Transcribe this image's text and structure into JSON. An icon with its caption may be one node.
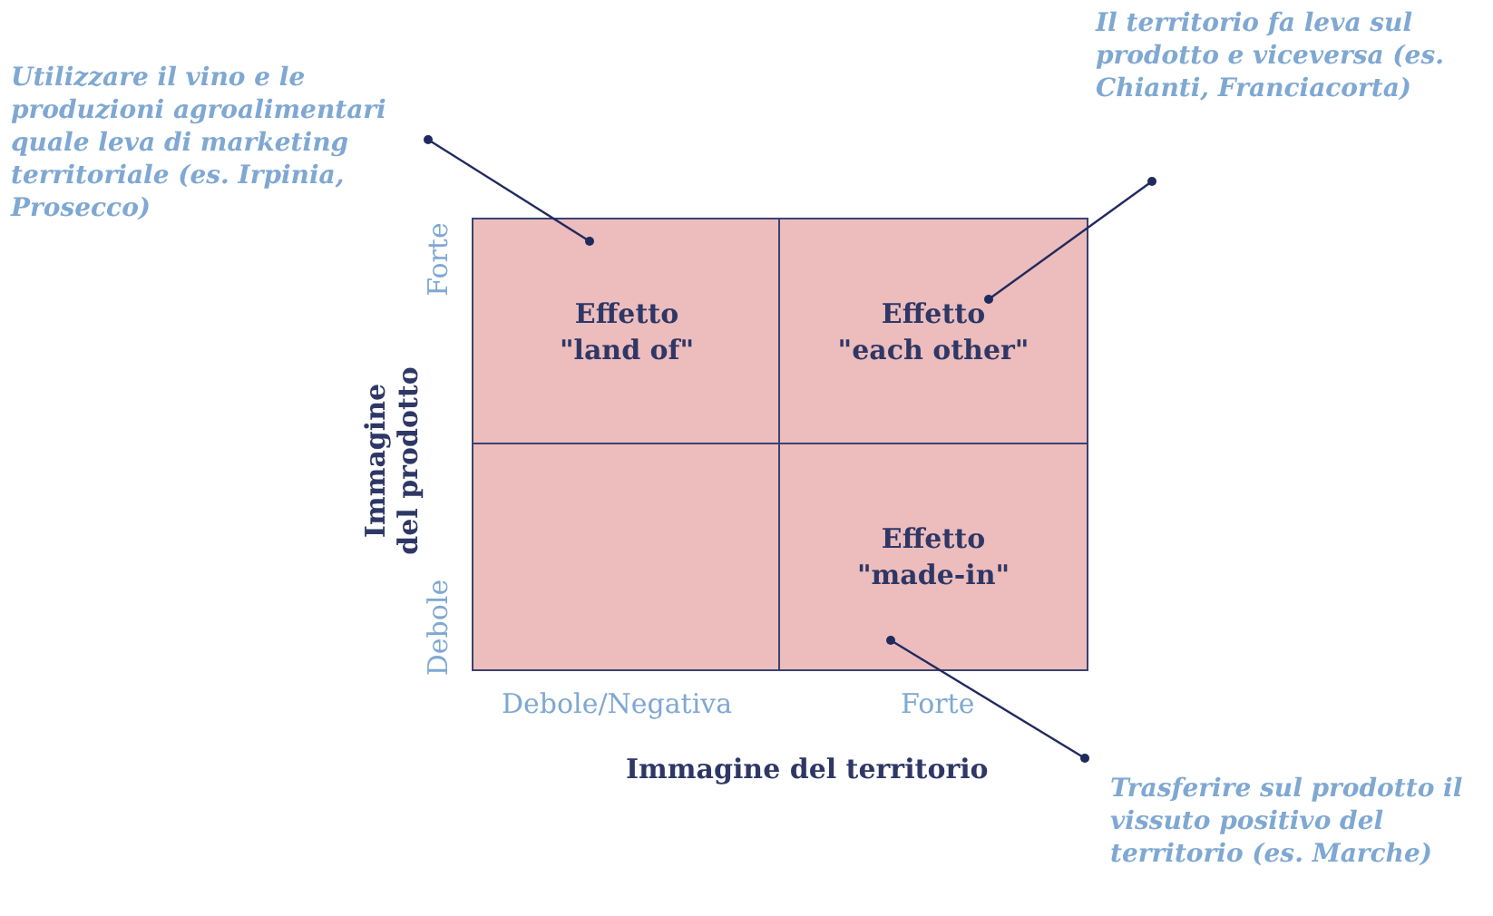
{
  "diagram": {
    "nodes": [
      {
        "text": [
          "Utilizzare il vino e le produzioni agroalimentari quale leva di marketing territoriale (es. Irpinia, Prosecco)"
        ]
      },
      {
        "text": [
          "Il territorio fa leva sul prodotto e viceversa (es. Chianti, Franciacorta)"
        ]
      },
      {
        "text": [
          "Effetto",
          "\"land of\""
        ]
      },
      {
        "text": [
          "Effetto",
          "\"each other\""
        ]
      },
      {
        "text": [],
        "shape": "box"
      },
      {
        "text": [
          "Effetto",
          "\"made-in\""
        ]
      },
      {
        "text": [
          "Trasferire sul prodotto il vissuto positivo del territorio (es. Marche)"
        ]
      }
    ],
    "edges": [
      {
        "from": 0,
        "to": 2,
        "arrow": "other"
      },
      {
        "from": 1,
        "to": 3,
        "arrow": "other"
      },
      {
        "from": 6,
        "to": 5,
        "arrow": "other"
      }
    ],
    "labels": [
      "Forte",
      "Immagine del prodotto",
      "Debole",
      "Debole/Negativa",
      "Forte",
      "Immagine del territorio"
    ]
  }
}
